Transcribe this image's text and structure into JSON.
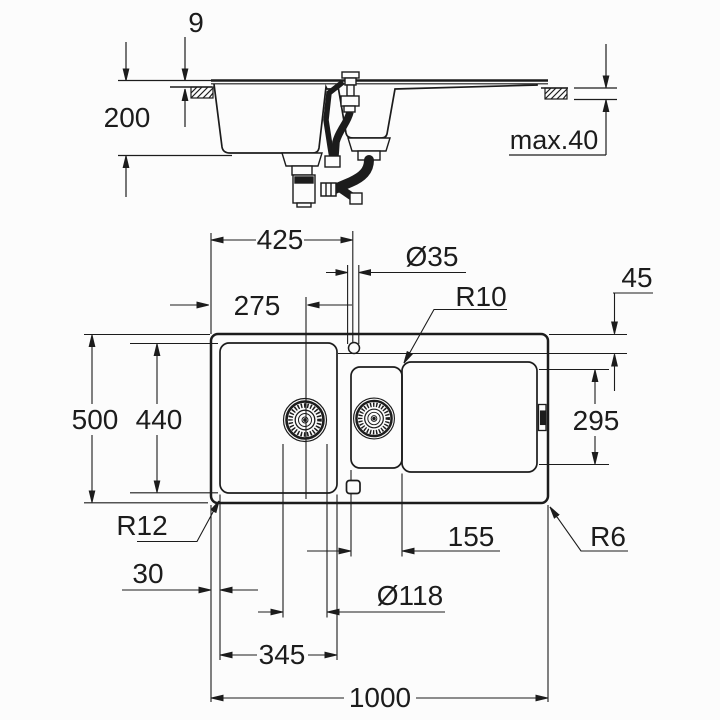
{
  "colors": {
    "ink": "#1c1c1c",
    "bg": "#fcfcfc"
  },
  "section_view": {
    "labels": {
      "rim_height": "9",
      "bowl_depth": "200",
      "counter_thickness": "max.40"
    }
  },
  "plan_view": {
    "labels": {
      "faucet_from_left": "425",
      "faucet_hole_dia": "Ø35",
      "board_corner_radius": "R10",
      "rim_inset": "45",
      "drain_from_left": "275",
      "total_depth": "500",
      "bowl_length": "440",
      "board_depth": "295",
      "bowl_corner_radius": "R12",
      "outer_corner_radius": "R6",
      "small_bowl_width": "155",
      "bowl_edge_offset": "30",
      "drain_dia": "Ø118",
      "bowl_width": "345",
      "total_width": "1000"
    }
  }
}
